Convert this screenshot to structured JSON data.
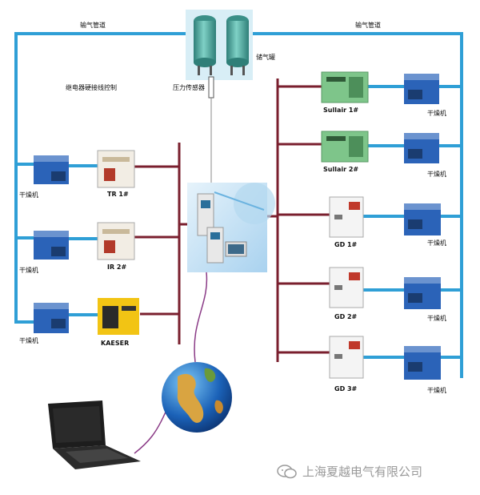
{
  "labels": {
    "pipe_left": "输气管道",
    "pipe_right": "输气管道",
    "tank": "储气罐",
    "sensor": "压力传感器",
    "relay": "继电器硬接线控制"
  },
  "left_column": [
    {
      "dryer": "干燥机",
      "compressor": "TR 1#"
    },
    {
      "dryer": "干燥机",
      "compressor": "IR 2#"
    },
    {
      "dryer": "干燥机",
      "compressor": "KAESER"
    }
  ],
  "right_column": [
    {
      "compressor": "Sullair 1#",
      "dryer": "干燥机"
    },
    {
      "compressor": "Sullair 2#",
      "dryer": "干燥机"
    },
    {
      "compressor": "GD 1#",
      "dryer": "干燥机"
    },
    {
      "compressor": "GD 2#",
      "dryer": "干燥机"
    },
    {
      "compressor": "GD 3#",
      "dryer": "干燥机"
    }
  ],
  "watermark": "上海夏越电气有限公司",
  "colors": {
    "pipe": "#2f9fd6",
    "bus": "#7a1f2e",
    "dryer": "#2b63b8",
    "sullair": "#7ec58a",
    "kaeser": "#f2c414",
    "controller_bg": "#cfe6f5"
  }
}
